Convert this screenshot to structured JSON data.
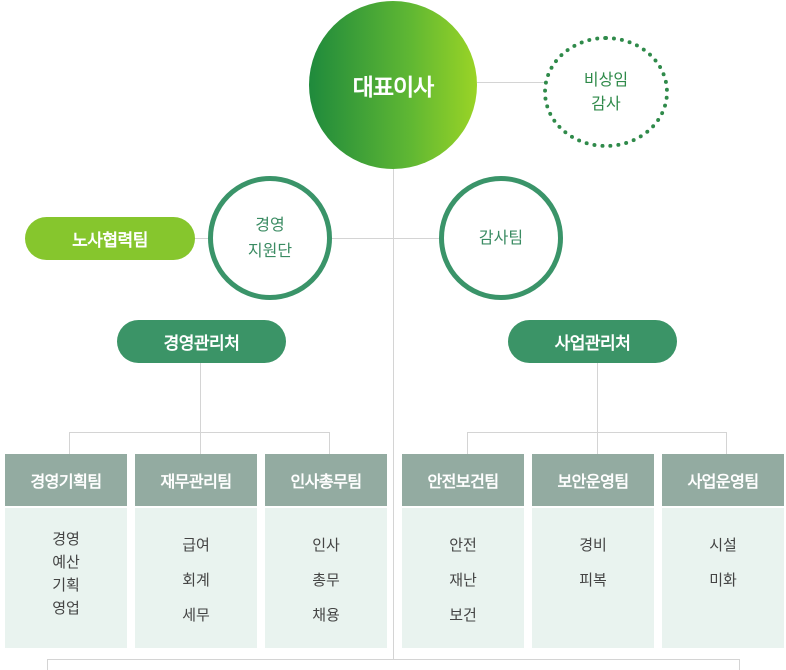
{
  "ceo": {
    "label": "대표이사"
  },
  "auditor": {
    "lines": [
      "비상임",
      "감사"
    ]
  },
  "support_group": {
    "lines": [
      "경영",
      "지원단"
    ]
  },
  "audit_team": {
    "label": "감사팀"
  },
  "labor_team": {
    "label": "노사협력팀"
  },
  "divisions": [
    {
      "label": "경영관리처"
    },
    {
      "label": "사업관리처"
    }
  ],
  "teams": [
    {
      "name": "경영기획팀",
      "duties": [
        "경영",
        "예산",
        "기획",
        "영업"
      ]
    },
    {
      "name": "재무관리팀",
      "duties": [
        "급여",
        "회계",
        "세무"
      ]
    },
    {
      "name": "인사총무팀",
      "duties": [
        "인사",
        "총무",
        "채용"
      ]
    },
    {
      "name": "안전보건팀",
      "duties": [
        "안전",
        "재난",
        "보건"
      ]
    },
    {
      "name": "보안운영팀",
      "duties": [
        "경비",
        "피복"
      ]
    },
    {
      "name": "사업운영팀",
      "duties": [
        "시설",
        "미화"
      ]
    }
  ]
}
